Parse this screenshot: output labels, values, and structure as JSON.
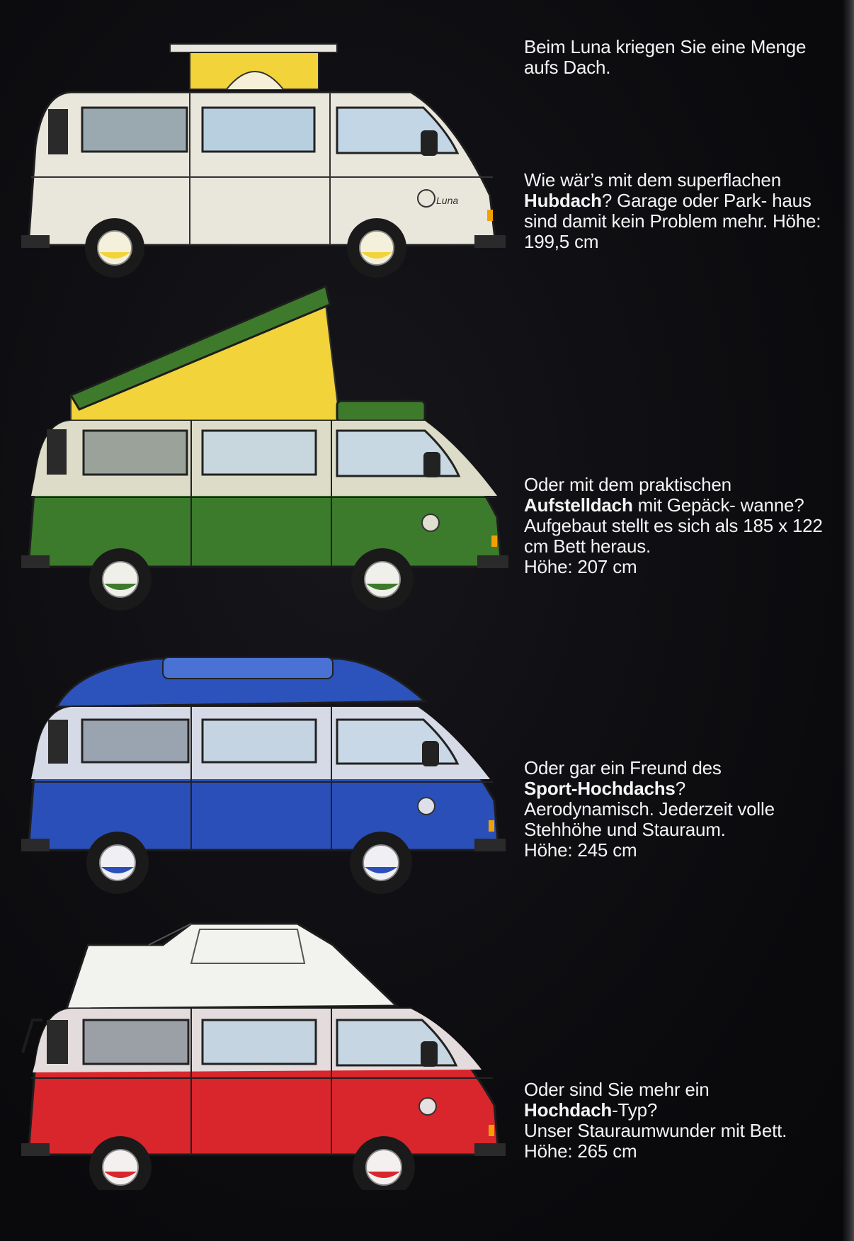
{
  "intro": {
    "text": "Beim Luna kriegen Sie eine Menge aufs Dach."
  },
  "sections": [
    {
      "lead": "Wie wär’s mit dem superflachen",
      "roof_name": "Hubdach",
      "after_name": "? Garage oder Park-",
      "body": "haus sind damit kein Problem mehr.",
      "height": "Höhe: 199,5 cm",
      "van_color": "#e9e6dc"
    },
    {
      "lead": "Oder mit dem praktischen",
      "roof_name": "Aufstelldach",
      "after_name": " mit Gepäck-",
      "body": "wanne? Aufgebaut stellt es sich als 185 x 122 cm Bett heraus.",
      "height": "Höhe: 207 cm",
      "van_color": "#3c7a2c"
    },
    {
      "lead": "Oder gar ein Freund des",
      "roof_name": "Sport-Hochdachs",
      "after_name": "?",
      "body": "Aerodynamisch. Jederzeit volle Stehhöhe und Stauraum.",
      "height": "Höhe: 245 cm",
      "van_color": "#2a4fb8"
    },
    {
      "lead": "Oder sind Sie mehr ein",
      "roof_name": "Hochdach",
      "after_name": "-Typ?",
      "body": "Unser Stauraumwunder mit Bett.",
      "height": "Höhe: 265 cm",
      "van_color": "#d8262c"
    }
  ],
  "badge_text": "Luna",
  "colors": {
    "background": "#0d0d10",
    "text": "#f4f4f4",
    "roof_yellow": "#f2d43a"
  }
}
